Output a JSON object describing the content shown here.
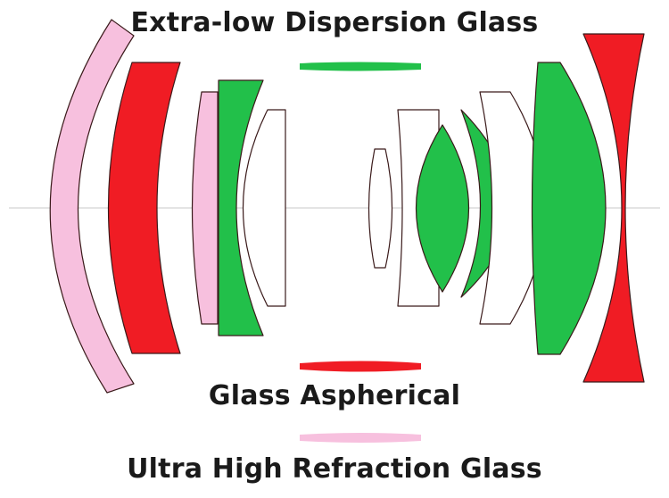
{
  "colors": {
    "ed_glass": "#22c04a",
    "aspherical": "#f01c24",
    "uhr_glass": "#f7c0de",
    "plain_glass": "#ffffff",
    "outline": "#3a1a1a",
    "axis": "#c8c8c8"
  },
  "legend": {
    "ed": {
      "label": "Extra-low Dispersion Glass",
      "swatch_color": "#22c04a"
    },
    "aspherical": {
      "label": "Glass Aspherical",
      "swatch_color": "#f01c24"
    },
    "uhr": {
      "label": "Ultra High Refraction Glass",
      "swatch_color": "#f7c0de"
    }
  },
  "lens_elements": [
    {
      "id": "element-1",
      "type": "uhr"
    },
    {
      "id": "element-2",
      "type": "aspherical"
    },
    {
      "id": "element-3",
      "type": "uhr"
    },
    {
      "id": "element-4",
      "type": "ed"
    },
    {
      "id": "element-5",
      "type": "plain"
    },
    {
      "id": "element-6",
      "type": "plain"
    },
    {
      "id": "element-7",
      "type": "plain"
    },
    {
      "id": "element-8",
      "type": "ed"
    },
    {
      "id": "element-9",
      "type": "ed"
    },
    {
      "id": "element-10",
      "type": "plain"
    },
    {
      "id": "element-11",
      "type": "ed"
    },
    {
      "id": "element-12",
      "type": "aspherical"
    }
  ]
}
